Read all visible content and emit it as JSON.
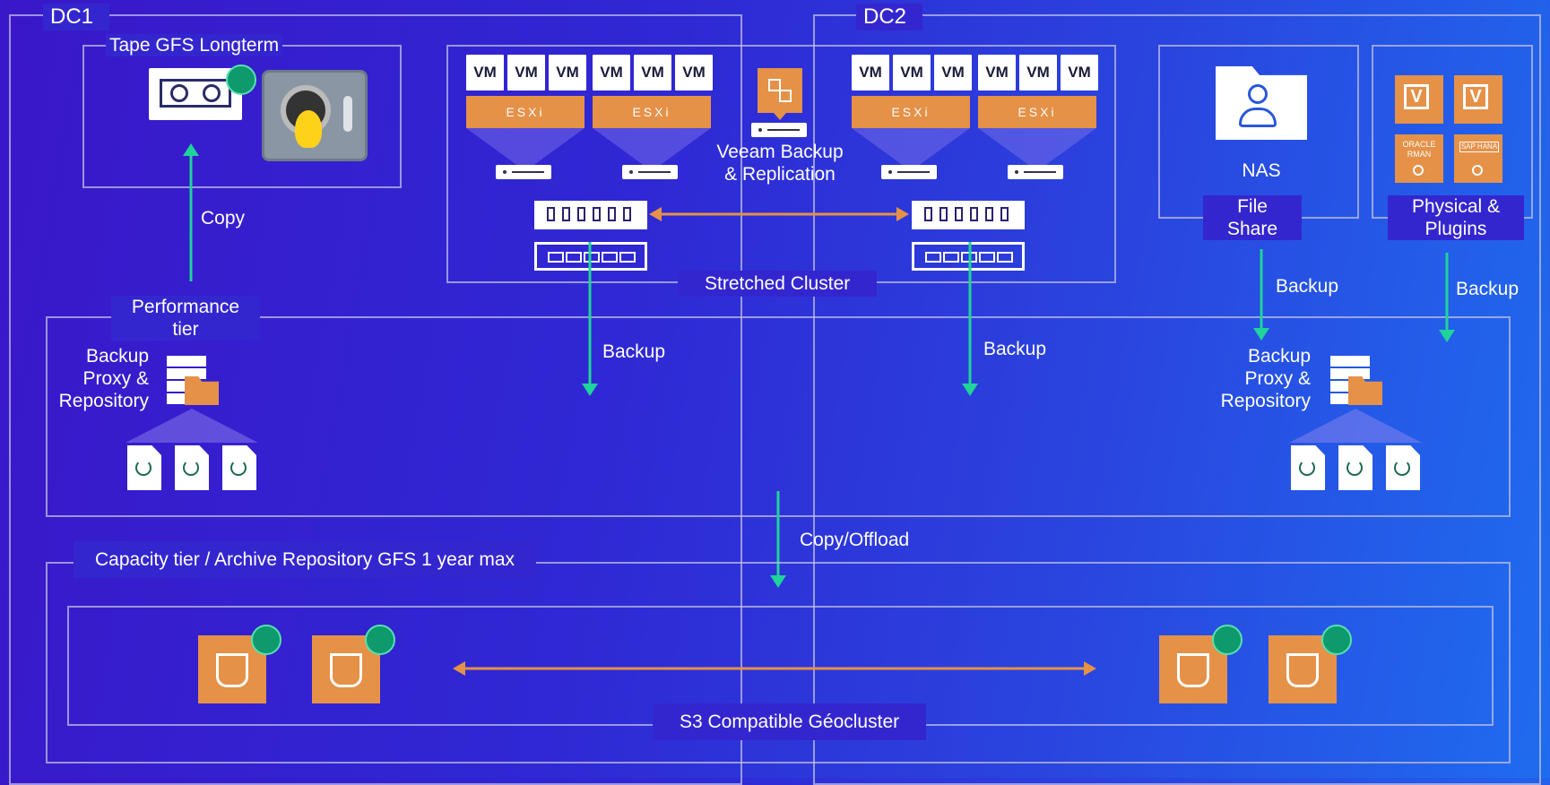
{
  "dc1": {
    "label": "DC1"
  },
  "dc2": {
    "label": "DC2"
  },
  "tape": {
    "label": "Tape GFS Longterm"
  },
  "copy": {
    "label": "Copy"
  },
  "performance_tier": {
    "label": "Performance\ntier"
  },
  "proxy_left": {
    "label": "Backup\nProxy &\nRepository"
  },
  "proxy_right": {
    "label": "Backup\nProxy &\nRepository"
  },
  "vm_label": "VM",
  "esxi_label": "ESXi",
  "veeam": {
    "label": "Veeam Backup\n& Replication"
  },
  "stretched_cluster": {
    "label": "Stretched Cluster"
  },
  "nas": {
    "label": "NAS",
    "file_share": "File\nShare"
  },
  "physical": {
    "label": "Physical &\nPlugins",
    "oracle": "ORACLE\nRMAN",
    "sap": "SAP HANA"
  },
  "backup_labels": {
    "left": "Backup",
    "mid": "Backup",
    "nas": "Backup",
    "physical": "Backup"
  },
  "offload": {
    "label": "Copy/Offload"
  },
  "capacity_tier": {
    "label": "Capacity tier / Archive Repository GFS 1 year max"
  },
  "s3": {
    "label": "S3 Compatible Géocluster"
  },
  "colors": {
    "accent_orange": "#e59148",
    "arrow_green": "#1fd39a",
    "lock_green": "#0e9a6c"
  }
}
